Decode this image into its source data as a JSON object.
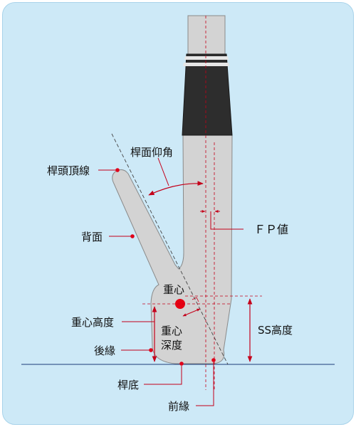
{
  "diagram": {
    "labels": {
      "top_line": "桿頭頂線",
      "face_angle": "桿面仰角",
      "back": "背面",
      "fp_value": "ＦＰ値",
      "cog": "重心",
      "cog_height": "重心高度",
      "cog_depth_1": "重心",
      "cog_depth_2": "深度",
      "ss_height": "SS高度",
      "trailing_edge": "後緣",
      "sole": "桿底",
      "leading_edge": "前緣"
    },
    "colors": {
      "background": "#cde9f7",
      "club_fill": "#d3d3d3",
      "grip": "#2b2b2b",
      "marker_red": "#e0001a",
      "leader_red": "#c4001a"
    }
  }
}
